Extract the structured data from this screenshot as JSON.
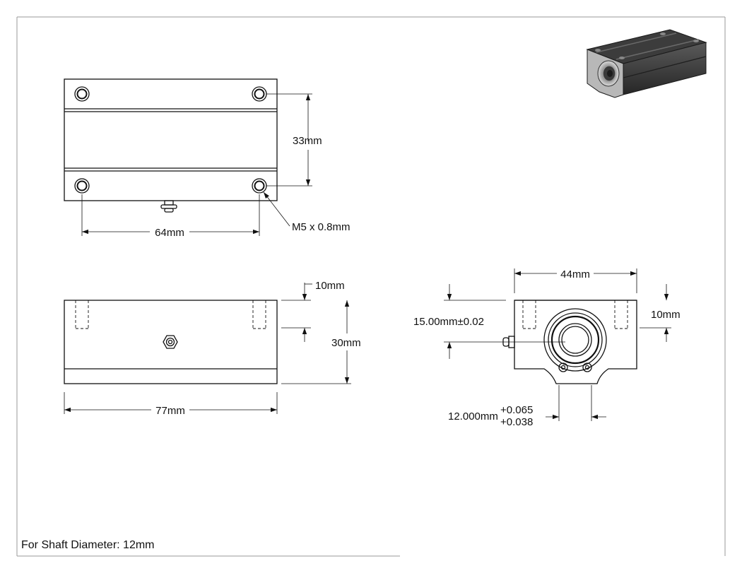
{
  "top_view": {
    "width_label": "64mm",
    "height_label": "33mm",
    "thread_label": "M5 x 0.8mm"
  },
  "side_view": {
    "depth_label": "10mm",
    "height_label": "30mm",
    "length_label": "77mm"
  },
  "end_view": {
    "width_label": "44mm",
    "center_height_label": "15.00mm±0.02",
    "flange_label": "10mm",
    "bore_label": "12.000mm",
    "bore_tol_upper": "+0.065",
    "bore_tol_lower": "+0.038"
  },
  "footer": {
    "note": "For Shaft Diameter: 12mm"
  },
  "colors": {
    "line": "#111111",
    "part_fill": "#ffffff",
    "render_body": "#2e2e2e",
    "render_face": "#c8c8c8"
  }
}
